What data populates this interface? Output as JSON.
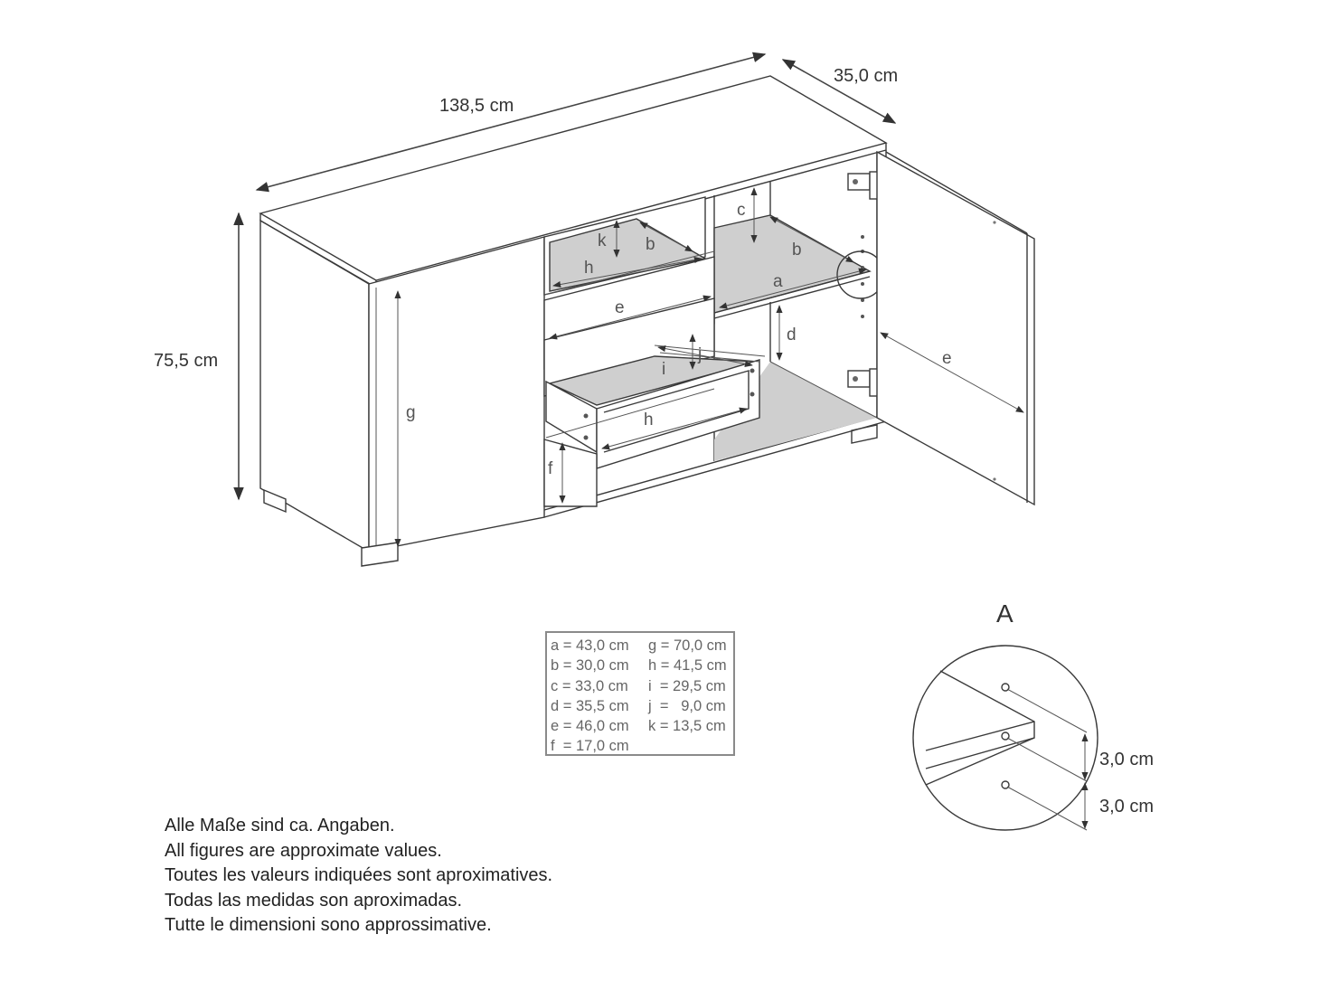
{
  "dimensions": {
    "width": "138,5 cm",
    "depth": "35,0 cm",
    "height": "75,5 cm",
    "hole_spacing_1": "3,0 cm",
    "hole_spacing_2": "3,0 cm"
  },
  "detail": {
    "callout_label": "A",
    "detail_title": "A"
  },
  "letters": {
    "a": "a",
    "b": "b",
    "c": "c",
    "d": "d",
    "e": "e",
    "f": "f",
    "g": "g",
    "h": "h",
    "i": "i",
    "j": "j",
    "k": "k"
  },
  "legend": [
    "a = 43,0 cm",
    "g = 70,0 cm",
    "b = 30,0 cm",
    "h = 41,5 cm",
    "c = 33,0 cm",
    "i  = 29,5 cm",
    "d = 35,5 cm",
    "j  =   9,0 cm",
    "e = 46,0 cm",
    "k = 13,5 cm",
    "f  = 17,0 cm",
    ""
  ],
  "disclaimer": [
    "Alle Maße sind ca. Angaben.",
    "All figures are approximate values.",
    "Toutes les valeurs indiquées sont aproximatives.",
    "Todas las medidas son aproximadas.",
    "Tutte le dimensioni sono approssimative."
  ]
}
